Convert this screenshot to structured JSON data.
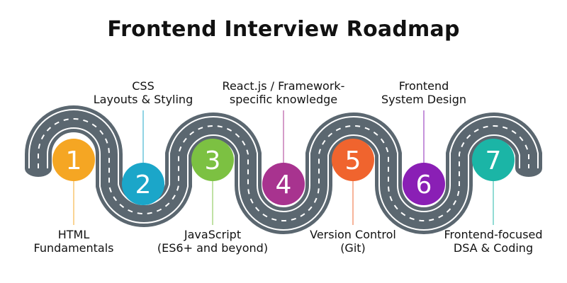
{
  "title": "Frontend Interview Roadmap",
  "colors": {
    "road": "#5b6770",
    "road_edge": "#ffffff",
    "dash": "#ffffff",
    "connector": "#888888"
  },
  "steps": [
    {
      "number": "1",
      "color": "#f5a623",
      "label": [
        "HTML",
        "Fundamentals"
      ]
    },
    {
      "number": "2",
      "color": "#1ba6c9",
      "label": [
        "CSS",
        "Layouts & Styling"
      ]
    },
    {
      "number": "3",
      "color": "#7cc142",
      "label": [
        "JavaScript",
        "(ES6+ and beyond)"
      ]
    },
    {
      "number": "4",
      "color": "#a8338f",
      "label": [
        "React.js / Framework-",
        "specific knowledge"
      ]
    },
    {
      "number": "5",
      "color": "#f0642e",
      "label": [
        "Version Control",
        "(Git)"
      ]
    },
    {
      "number": "6",
      "color": "#8a1fb5",
      "label": [
        "Frontend",
        "System Design"
      ]
    },
    {
      "number": "7",
      "color": "#1bb5a6",
      "label": [
        "Frontend-focused",
        "DSA & Coding"
      ]
    }
  ]
}
